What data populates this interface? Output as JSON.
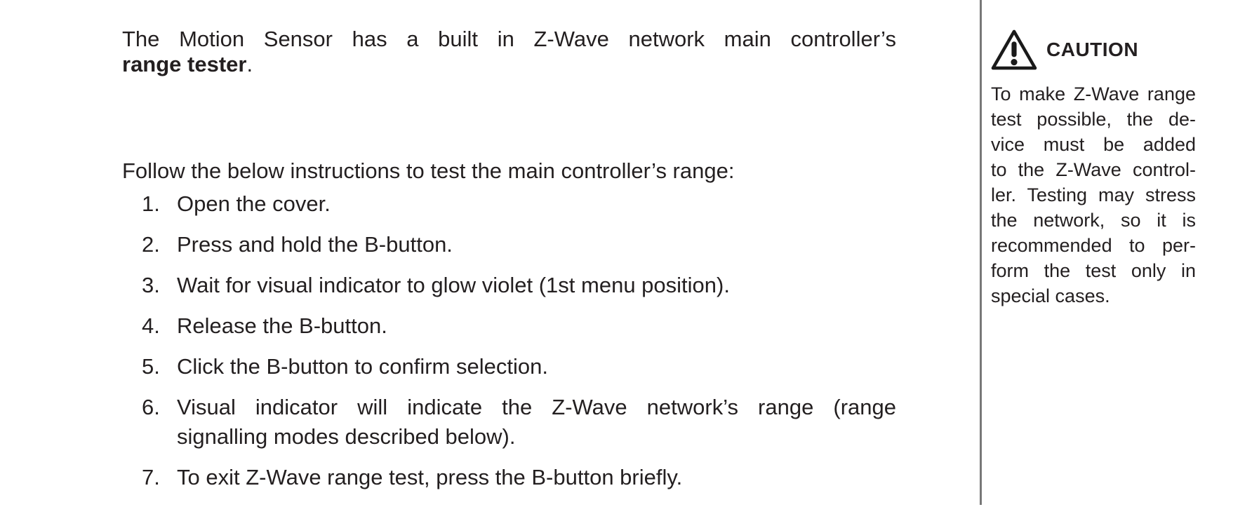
{
  "page": {
    "background": "#ffffff",
    "text_color": "#231f20",
    "divider_color": "#787878"
  },
  "main": {
    "intro": {
      "line1": "The Motion Sensor has a built in Z-Wave network main controller’s",
      "line2_bold": "range tester",
      "line2_suffix": "."
    },
    "instructions_lead": "Follow the below instructions to test the main controller’s range:",
    "steps": [
      {
        "num": "1.",
        "text": "Open the cover."
      },
      {
        "num": "2.",
        "text": "Press and hold the B-button."
      },
      {
        "num": "3.",
        "text": "Wait for visual indicator to glow violet (1st menu position)."
      },
      {
        "num": "4.",
        "text": "Release the B-button."
      },
      {
        "num": "5.",
        "text": "Click the B-button to confirm selection."
      },
      {
        "num": "6.",
        "line1": "Visual indicator will indicate the Z-Wave network’s range (range",
        "line2": "signalling modes described below)."
      },
      {
        "num": "7.",
        "text": "To exit Z-Wave range test, press the B-button briefly."
      }
    ]
  },
  "sidebar": {
    "caution_label": "CAUTION",
    "warning_icon": "warning-triangle-icon",
    "note_lines": [
      "To make Z-Wave range",
      "test possible, the de-",
      "vice must be added",
      "to the Z-Wave control-",
      "ler. Testing may stress",
      "the network, so it is",
      "recommended to per-",
      "form the test only in",
      "special cases."
    ]
  }
}
